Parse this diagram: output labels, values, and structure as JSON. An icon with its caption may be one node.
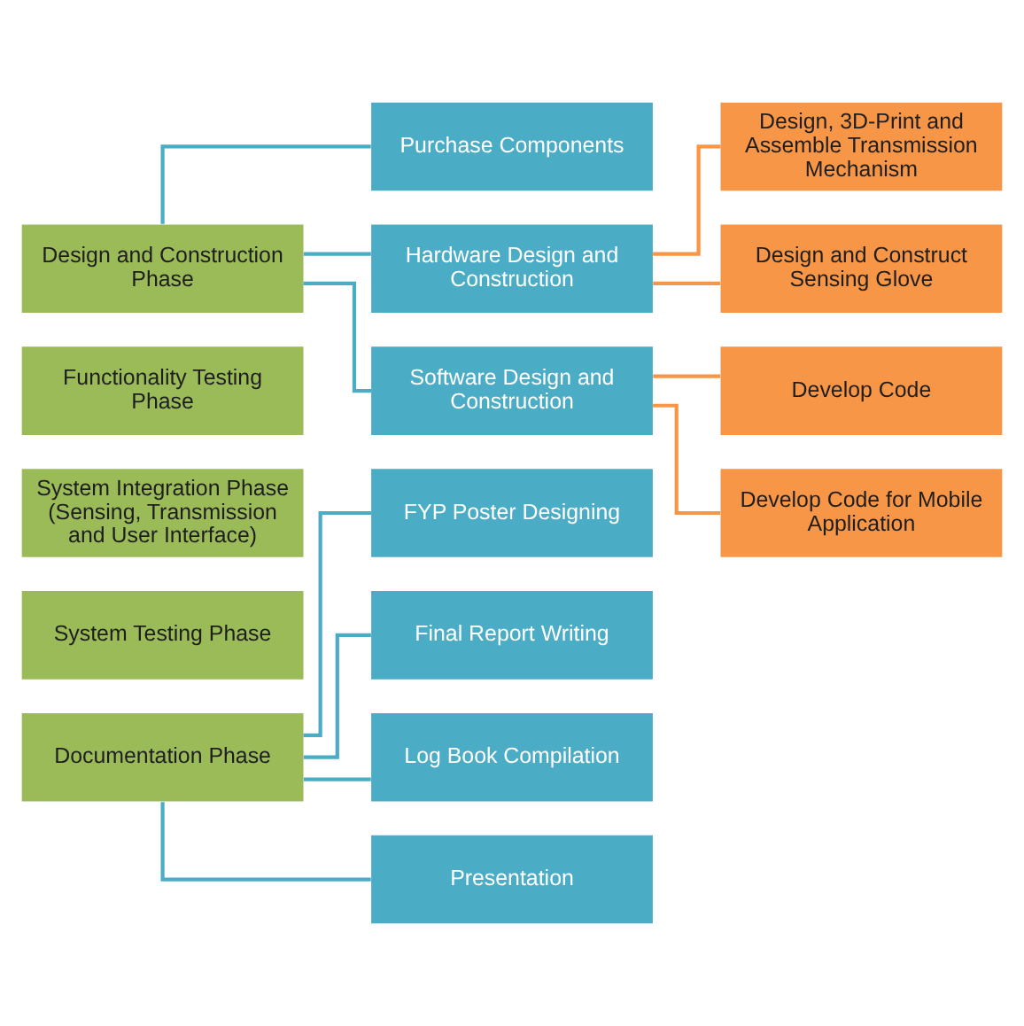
{
  "diagram": {
    "nodes": [
      {
        "text": [
          "Design and Construction Phase"
        ]
      },
      {
        "text": [
          "Functionality Testing Phase"
        ]
      },
      {
        "text": [
          "System Integration Phase (Sensing, Transmission and User Interface)"
        ]
      },
      {
        "text": [
          "System Testing Phase"
        ]
      },
      {
        "text": [
          "Documentation Phase"
        ]
      },
      {
        "text": [
          "Purchase Components"
        ]
      },
      {
        "text": [
          "Hardware Design and Construction"
        ]
      },
      {
        "text": [
          "Software Design and Construction"
        ]
      },
      {
        "text": [
          "FYP Poster Designing"
        ]
      },
      {
        "text": [
          "Final Report Writing"
        ]
      },
      {
        "text": [
          "Log Book Compilation"
        ]
      },
      {
        "text": [
          "Presentation"
        ]
      },
      {
        "text": [
          "Design, 3D-Print and Assemble Transmission Mechanism"
        ]
      },
      {
        "text": [
          "Design and Construct Sensing Glove"
        ]
      },
      {
        "text": [
          "Develop Code"
        ]
      },
      {
        "text": [
          "Develop Code for Mobile Application"
        ]
      }
    ],
    "edges": [
      {
        "from": 0,
        "to": 5,
        "arrow": "none"
      },
      {
        "from": 0,
        "to": 6,
        "arrow": "none"
      },
      {
        "from": 0,
        "to": 7,
        "arrow": "none"
      },
      {
        "from": 6,
        "to": 12,
        "arrow": "none",
        "color": "#f79646"
      },
      {
        "from": 6,
        "to": 13,
        "arrow": "none",
        "color": "#f79646"
      },
      {
        "from": 7,
        "to": 14,
        "arrow": "none",
        "color": "#f79646"
      },
      {
        "from": 7,
        "to": 15,
        "arrow": "none",
        "color": "#f79646"
      },
      {
        "from": 4,
        "to": 8,
        "arrow": "none"
      },
      {
        "from": 4,
        "to": 9,
        "arrow": "none"
      },
      {
        "from": 4,
        "to": 10,
        "arrow": "none"
      },
      {
        "from": 4,
        "to": 11,
        "arrow": "none"
      }
    ]
  }
}
